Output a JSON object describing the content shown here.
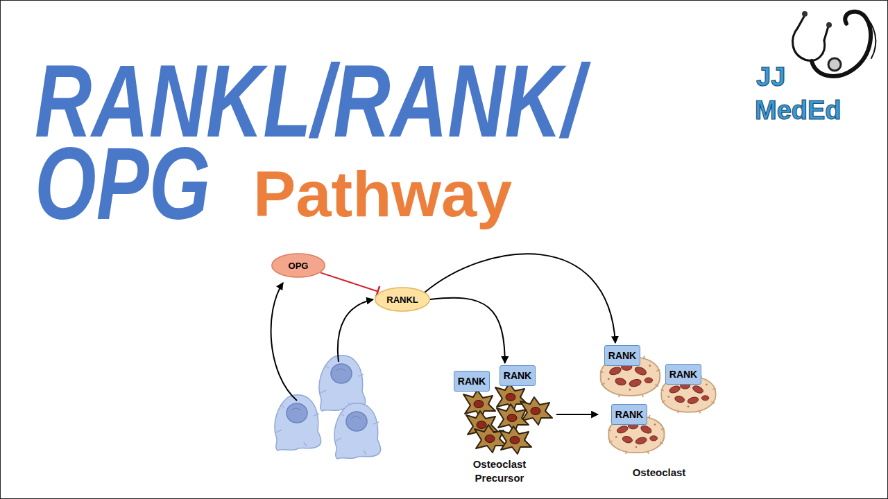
{
  "diagram": {
    "title": "RANKL/RANK/ OPG",
    "nodes": [
      {
        "text": [
          "OPG"
        ]
      },
      {
        "text": [
          "RANKL"
        ]
      },
      {
        "text": [
          "RANK"
        ]
      },
      {
        "text": [
          "RANK"
        ]
      },
      {
        "text": [
          "RANK"
        ]
      },
      {
        "text": [
          "RANK"
        ]
      },
      {
        "text": [
          "RANK"
        ]
      }
    ],
    "edges": [
      {
        "from": 0,
        "to": 1,
        "arrow": "to"
      },
      {
        "from": 1,
        "to": 3,
        "arrow": "to"
      },
      {
        "from": 1,
        "to": 4,
        "arrow": "to"
      }
    ],
    "labels": [
      "Pathway",
      "JJ",
      "MedEd",
      "Osteoclast Precursor",
      "Osteoclast"
    ]
  }
}
